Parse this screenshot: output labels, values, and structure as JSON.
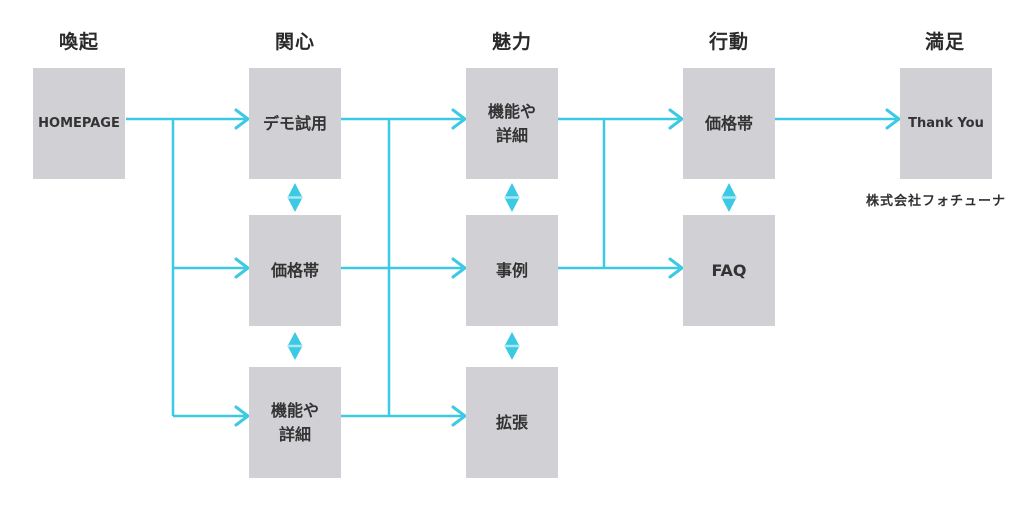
{
  "diagram": {
    "type": "customer-journey-flow",
    "columns": [
      {
        "id": "awareness",
        "label": "喚起"
      },
      {
        "id": "interest",
        "label": "関心"
      },
      {
        "id": "appeal",
        "label": "魅力"
      },
      {
        "id": "action",
        "label": "行動"
      },
      {
        "id": "satisfaction",
        "label": "満足"
      }
    ],
    "nodes": [
      {
        "id": "homepage",
        "column": "awareness",
        "row": 1,
        "label": "HOMEPAGE"
      },
      {
        "id": "demo-trial",
        "column": "interest",
        "row": 1,
        "label": "デモ試用"
      },
      {
        "id": "price-range-interest",
        "column": "interest",
        "row": 2,
        "label": "価格帯"
      },
      {
        "id": "features-details-interest",
        "column": "interest",
        "row": 3,
        "label": "機能や\n詳細"
      },
      {
        "id": "features-details-appeal",
        "column": "appeal",
        "row": 1,
        "label": "機能や\n詳細"
      },
      {
        "id": "case-studies",
        "column": "appeal",
        "row": 2,
        "label": "事例"
      },
      {
        "id": "expansion",
        "column": "appeal",
        "row": 3,
        "label": "拡張"
      },
      {
        "id": "price-range-action",
        "column": "action",
        "row": 1,
        "label": "価格帯"
      },
      {
        "id": "faq",
        "column": "action",
        "row": 2,
        "label": "FAQ"
      },
      {
        "id": "thank-you",
        "column": "satisfaction",
        "row": 1,
        "label": "Thank You"
      }
    ],
    "edges": [
      {
        "from": "homepage",
        "to": "demo-trial",
        "type": "arrow"
      },
      {
        "from": "homepage",
        "to": "price-range-interest",
        "type": "arrow"
      },
      {
        "from": "homepage",
        "to": "features-details-interest",
        "type": "arrow"
      },
      {
        "from": "demo-trial",
        "to": "features-details-appeal",
        "type": "arrow"
      },
      {
        "from": "price-range-interest",
        "to": "case-studies",
        "type": "arrow"
      },
      {
        "from": "features-details-interest",
        "to": "expansion",
        "type": "arrow"
      },
      {
        "from": "features-details-appeal",
        "to": "price-range-action",
        "type": "arrow"
      },
      {
        "from": "case-studies",
        "to": "faq",
        "type": "arrow"
      },
      {
        "from": "price-range-action",
        "to": "thank-you",
        "type": "arrow"
      },
      {
        "from": "demo-trial",
        "to": "price-range-interest",
        "type": "two-way"
      },
      {
        "from": "price-range-interest",
        "to": "features-details-interest",
        "type": "two-way"
      },
      {
        "from": "features-details-appeal",
        "to": "case-studies",
        "type": "two-way"
      },
      {
        "from": "case-studies",
        "to": "expansion",
        "type": "two-way"
      },
      {
        "from": "price-range-action",
        "to": "faq",
        "type": "two-way"
      }
    ],
    "caption": "株式会社フォチューナ",
    "colors": {
      "accent": "#3bc9e3",
      "accent_light": "#a9e7f3",
      "node_fill": "#d1d1d5",
      "text": "#333333"
    }
  }
}
